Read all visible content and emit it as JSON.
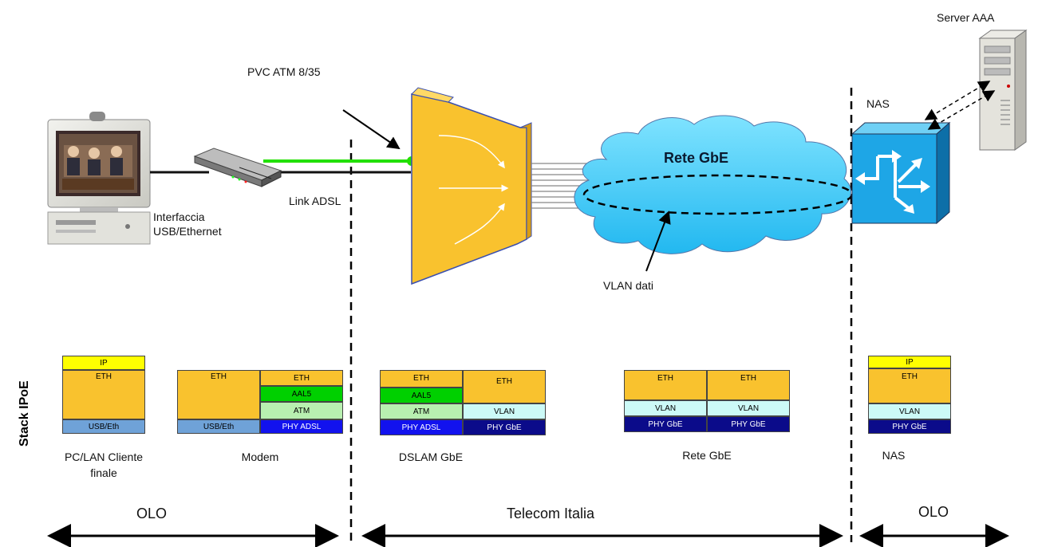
{
  "labels": {
    "server": "Server AAA",
    "pvc": "PVC ATM 8/35",
    "nas_top": "NAS",
    "rete_cloud": "Rete GbE",
    "link_adsl": "Link ADSL",
    "interfaccia_1": "Interfaccia",
    "interfaccia_2": "USB/Ethernet",
    "vlan_dati": "VLAN dati",
    "stack_title": "Stack IPoE"
  },
  "stacks": {
    "pc": {
      "caption_1": "PC/LAN Cliente",
      "caption_2": "finale",
      "ip": "IP",
      "eth": "ETH",
      "usb": "USB/Eth"
    },
    "modem": {
      "caption": "Modem",
      "eth_left": "ETH",
      "usb": "USB/Eth",
      "eth_right": "ETH",
      "aal5": "AAL5",
      "atm": "ATM",
      "phy": "PHY ADSL"
    },
    "dslam": {
      "caption": "DSLAM GbE",
      "eth_left": "ETH",
      "aal5": "AAL5",
      "atm": "ATM",
      "phy_left": "PHY ADSL",
      "eth_right": "ETH",
      "vlan": "VLAN",
      "phy_right": "PHY GbE"
    },
    "rete": {
      "caption": "Rete GbE",
      "eth_1": "ETH",
      "vlan_1": "VLAN",
      "phy_1": "PHY GbE",
      "eth_2": "ETH",
      "vlan_2": "VLAN",
      "phy_2": "PHY GbE"
    },
    "nas": {
      "caption": "NAS",
      "ip": "IP",
      "eth": "ETH",
      "vlan": "VLAN",
      "phy": "PHY GbE"
    }
  },
  "domains": {
    "olo_left": "OLO",
    "telecom": "Telecom Italia",
    "olo_right": "OLO"
  },
  "colors": {
    "ip": "#ffff00",
    "eth": "#f9c22e",
    "aal5": "#00d000",
    "atm": "#b8f0b0",
    "vlan": "#ccfaf7",
    "usb": "#6fa2d8",
    "phy_adsl": "#1212ee",
    "phy_gbe": "#0b0b8a",
    "pvc_line": "#22e000",
    "cloud": "#33ccff",
    "dslam": "#f9c22e",
    "nas": "#1ea6e6"
  }
}
